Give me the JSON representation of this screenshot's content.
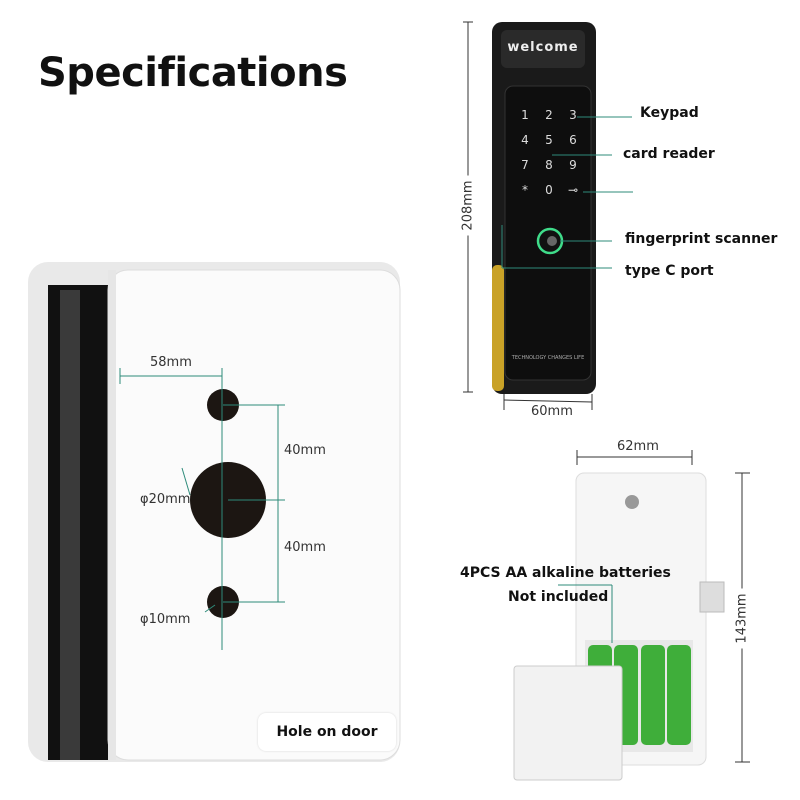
{
  "title": "Specifications",
  "door": {
    "width_from_edge": "58mm",
    "spacing_top": "40mm",
    "spacing_bottom": "40mm",
    "large_hole_diameter": "φ20mm",
    "small_hole_diameter": "φ10mm",
    "caption": "Hole on door"
  },
  "lock": {
    "display_text": "welcome",
    "keys": [
      "1",
      "2",
      "3",
      "4",
      "5",
      "6",
      "7",
      "8",
      "9",
      "*",
      "0"
    ],
    "slogan": "TECHNOLOGY CHANGES LIFE",
    "height": "208mm",
    "width": "60mm",
    "callouts": {
      "keypad": "Keypad",
      "card_reader": "card reader",
      "fingerprint": "fingerprint scanner",
      "usb": "type C port"
    }
  },
  "battery_box": {
    "width": "62mm",
    "height": "143mm",
    "note_line1": "4PCS AA alkaline batteries",
    "note_line2": "Not included"
  },
  "colors": {
    "accent_line": "#2e8b7a",
    "gold": "#c9a227",
    "battery_green": "#3fae3a",
    "lock_body": "#1a1a1a"
  }
}
